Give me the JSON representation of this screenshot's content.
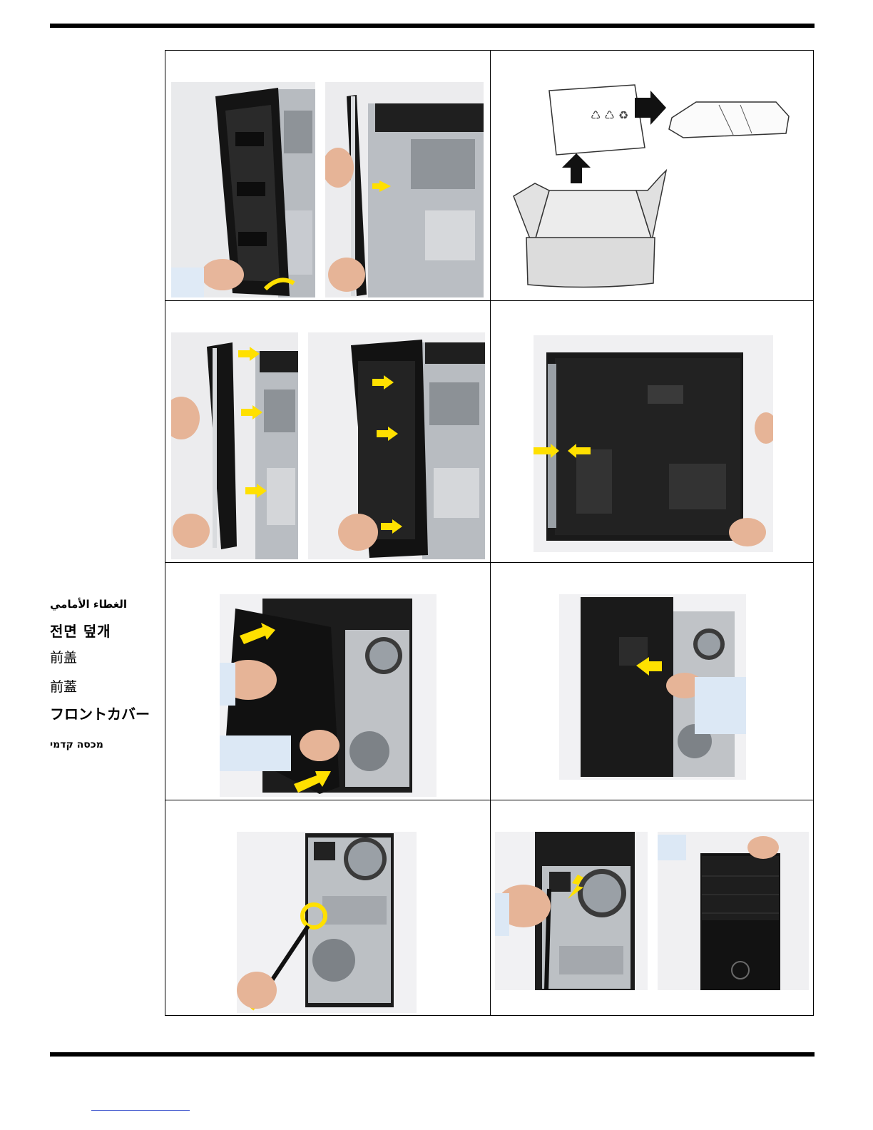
{
  "document": {
    "section_labels": {
      "arabic": "الغطاء الأمامي",
      "korean": "전면 덮개",
      "chinese_simplified": "前盖",
      "chinese_traditional": "前蓋",
      "japanese": "フロントカバー",
      "hebrew": "מכסה קדמי"
    },
    "steps": [
      {
        "id": 1,
        "figure": "front-cover-removal-photos"
      },
      {
        "id": 2,
        "figure": "unpack-front-cover-illustration"
      },
      {
        "id": 3,
        "figure": "front-cover-alignment-photos"
      },
      {
        "id": 4,
        "figure": "side-panel-slide-photo"
      },
      {
        "id": 5,
        "figure": "side-panel-attach-photo"
      },
      {
        "id": 6,
        "figure": "side-panel-closed-photo"
      },
      {
        "id": 7,
        "figure": "screw-tighten-photo"
      },
      {
        "id": 8,
        "figure": "power-on-photos"
      }
    ],
    "colors": {
      "arrow": "#ffe000",
      "chassis": "#1c1c1c",
      "metal": "#b9bcc0",
      "table_line": "#000000"
    }
  }
}
